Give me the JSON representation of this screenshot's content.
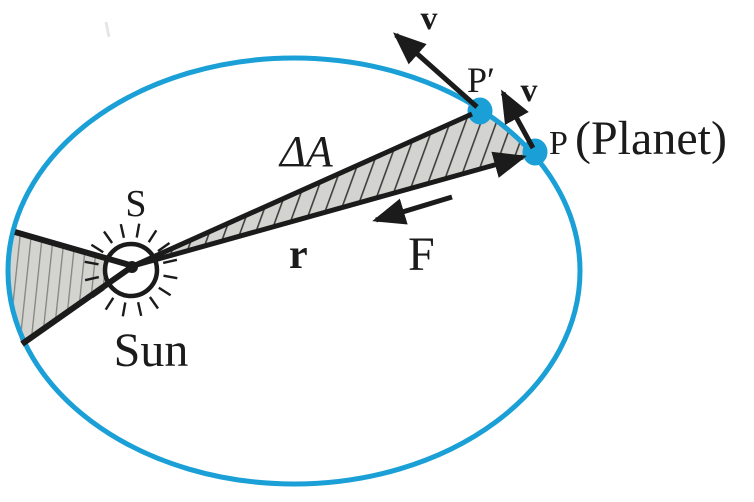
{
  "diagram": {
    "labels": {
      "sun_symbol": "S",
      "sun_name": "Sun",
      "swept_area": "ΔA",
      "radius_vector": "r",
      "force": "F",
      "velocity_at_p_prime": "v",
      "velocity_at_p": "v",
      "point_p_prime": "P′",
      "point_p": "P",
      "planet_name": "(Planet)"
    },
    "colors": {
      "orbit": "#1aa0d6",
      "planet_dot": "#1aa0d6",
      "wedge_fill": "#d3d3cf",
      "wedge_hatch_dark": "#3f3f3f",
      "wedge_hatch_light": "#84847f",
      "ink": "#1b1b1b",
      "sun_fill": "#ffffff"
    }
  }
}
